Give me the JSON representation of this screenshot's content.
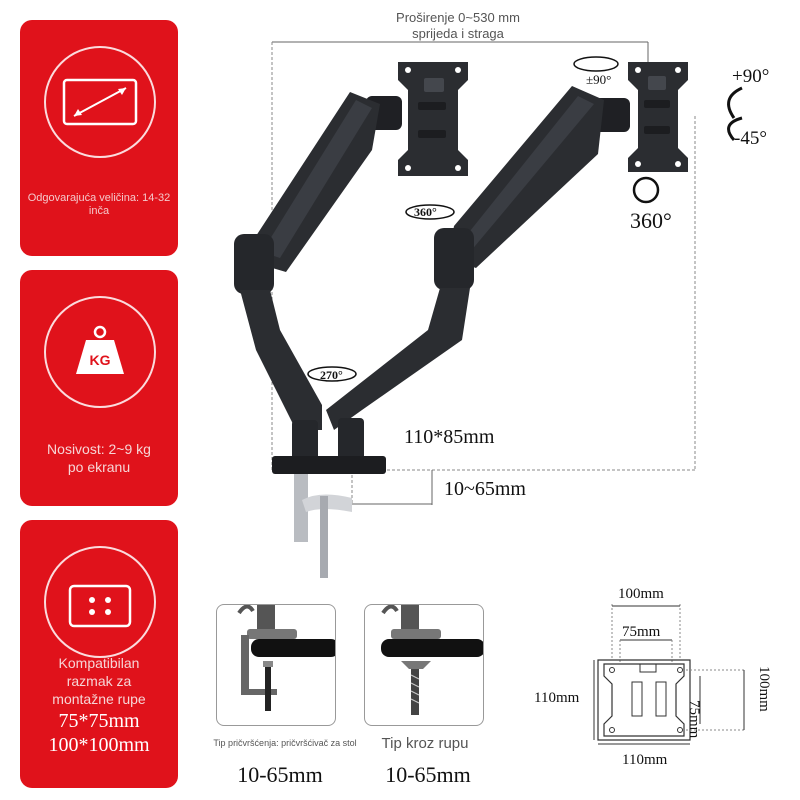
{
  "cards": {
    "size": {
      "icon": "screen-diagonal-icon",
      "text": "Odgovarajuća veličina: 14-32 inča"
    },
    "load": {
      "icon": "weight-icon",
      "weight_unit": "KG",
      "text_line1": "Nosivost: 2~9 kg",
      "text_line2": "po ekranu"
    },
    "vesa": {
      "icon": "vesa-holes-icon",
      "text_line1": "Kompatibilan",
      "text_line2": "razmak za",
      "text_line3": "montažne rupe",
      "size1": "75*75mm",
      "size2": "100*100mm"
    }
  },
  "product": {
    "extension_line1": "Proširenje 0~530 mm",
    "extension_line2": "sprijeda i straga",
    "tilt_rotation": "±90°",
    "tilt_up": "+90°",
    "tilt_down": "-45°",
    "swivel_monitor": "360°",
    "swivel_arm": "360°",
    "swivel_base": "270°",
    "base_size": "110*85mm",
    "clamp_range": "10~65mm"
  },
  "install": {
    "clamp": {
      "caption": "Tip pričvršćenja: pričvršćivač za stol",
      "range": "10-65mm"
    },
    "grommet": {
      "caption": "Tip kroz rupu",
      "range": "10-65mm"
    }
  },
  "vesa_plate": {
    "outer_width": "100mm",
    "inner_width": "75mm",
    "plate_height": "110mm",
    "plate_width": "110mm",
    "inner_height": "75mm",
    "outer_height": "100mm"
  },
  "colors": {
    "accent": "#e0121b",
    "arm": "#2b2d31"
  }
}
